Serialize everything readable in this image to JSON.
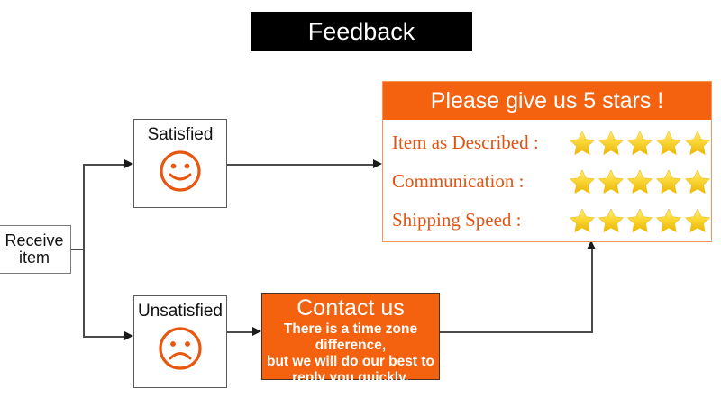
{
  "banner": {
    "title": "Feedback"
  },
  "flow": {
    "start": {
      "label": "Receive\nitem"
    },
    "branches": [
      {
        "name": "satisfied",
        "label": "Satisfied",
        "face": "smiley-happy-icon"
      },
      {
        "name": "unsatisfied",
        "label": "Unsatisfied",
        "face": "smiley-sad-icon"
      }
    ]
  },
  "ratings_panel": {
    "header": "Please give us 5 stars  !",
    "rows": [
      {
        "label": "Item as Described :",
        "stars": 5
      },
      {
        "label": "Communication :",
        "stars": 5
      },
      {
        "label": "Shipping Speed :",
        "stars": 5
      }
    ]
  },
  "contact": {
    "title": "Contact us",
    "body": "There is a time zone difference,\nbut we will do our best to\nreply you quickly."
  },
  "colors": {
    "orange": "#F4620F",
    "label_orange": "#E25412",
    "panel_border": "#F0965A",
    "star_gold": "#F5C518",
    "black": "#000000",
    "white": "#FFFFFF",
    "line_gray": "#4A4A4A"
  }
}
